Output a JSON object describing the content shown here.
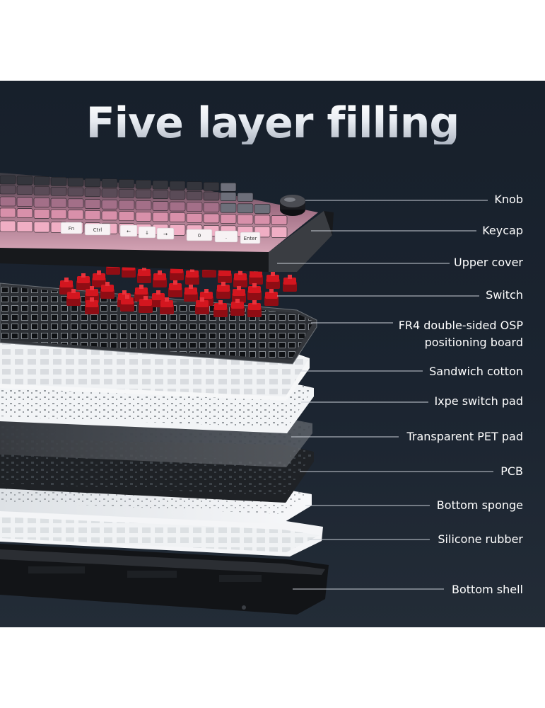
{
  "title": "Five layer filling",
  "layers": [
    {
      "label": "Knob"
    },
    {
      "label": "Keycap"
    },
    {
      "label": "Upper cover"
    },
    {
      "label": "Switch"
    },
    {
      "label": "FR4 double-sided OSP",
      "label2": "positioning board"
    },
    {
      "label": "Sandwich cotton"
    },
    {
      "label": "Ixpe switch pad"
    },
    {
      "label": "Transparent PET pad"
    },
    {
      "label": "PCB"
    },
    {
      "label": "Bottom sponge"
    },
    {
      "label": "Silicone rubber"
    },
    {
      "label": "Bottom shell"
    }
  ],
  "keycap_legends": [
    "Fn",
    "Ctrl",
    "←",
    "↓",
    "→",
    "0",
    ".",
    "Enter"
  ],
  "colors": {
    "background": "#1a2330",
    "label_text": "#ffffff",
    "keycap_pink": "#eaa2b9",
    "keycap_dark": "#3a3b42",
    "switch_red": "#c8141c",
    "plate": "#2e3136",
    "foam_white": "#f1f3f5",
    "pcb_black": "#1f2226",
    "shell_black": "#121417"
  }
}
